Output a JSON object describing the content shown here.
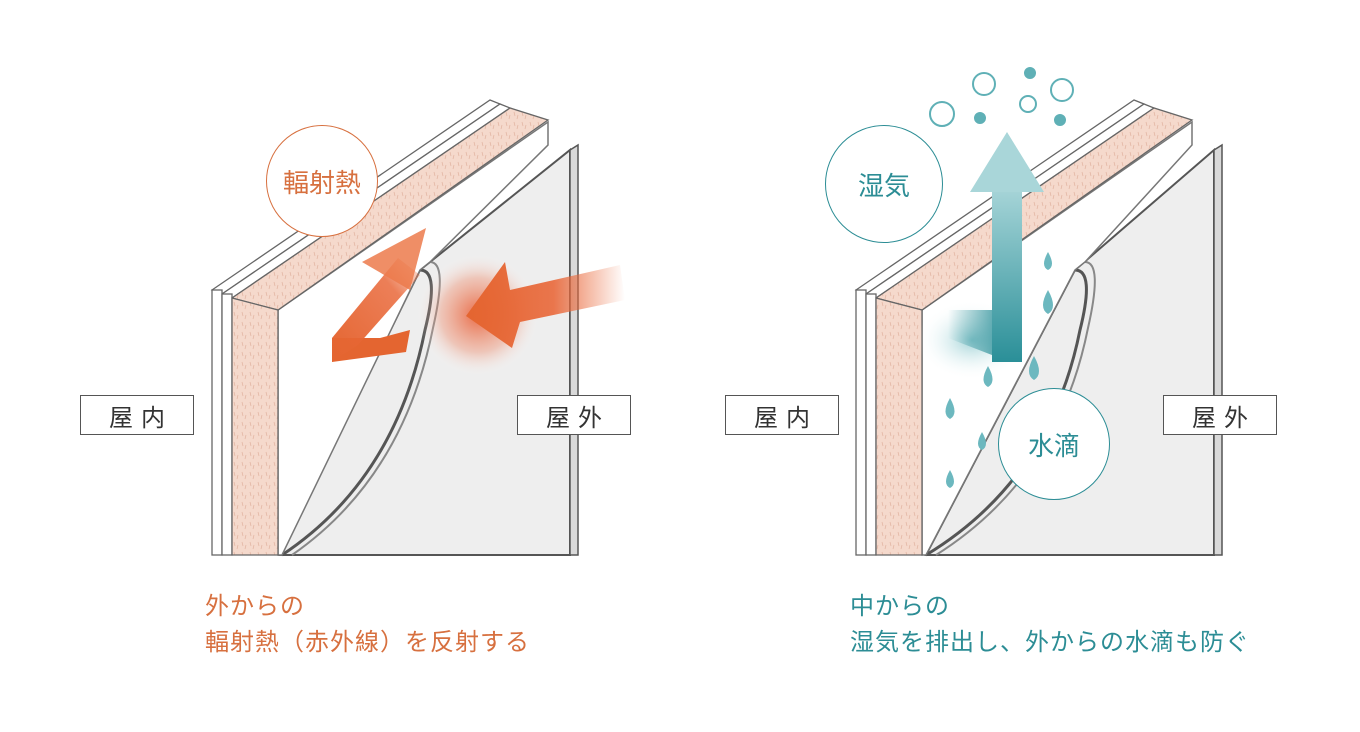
{
  "left": {
    "inside_label": "屋内",
    "outside_label": "屋外",
    "circle_label": "輻射熱",
    "caption_line1": "外からの",
    "caption_line2": "輻射熱（赤外線）を反射する"
  },
  "right": {
    "inside_label": "屋内",
    "outside_label": "屋外",
    "circle_label_top": "湿気",
    "circle_label_bottom": "水滴",
    "caption_line1": "中からの",
    "caption_line2": "湿気を排出し、外からの水滴も防ぐ"
  },
  "colors": {
    "heat_accent": "#d7703f",
    "moisture_accent": "#2c8d95",
    "insulation": "#f5d9cc",
    "outer_wall": "#eeeeee"
  }
}
